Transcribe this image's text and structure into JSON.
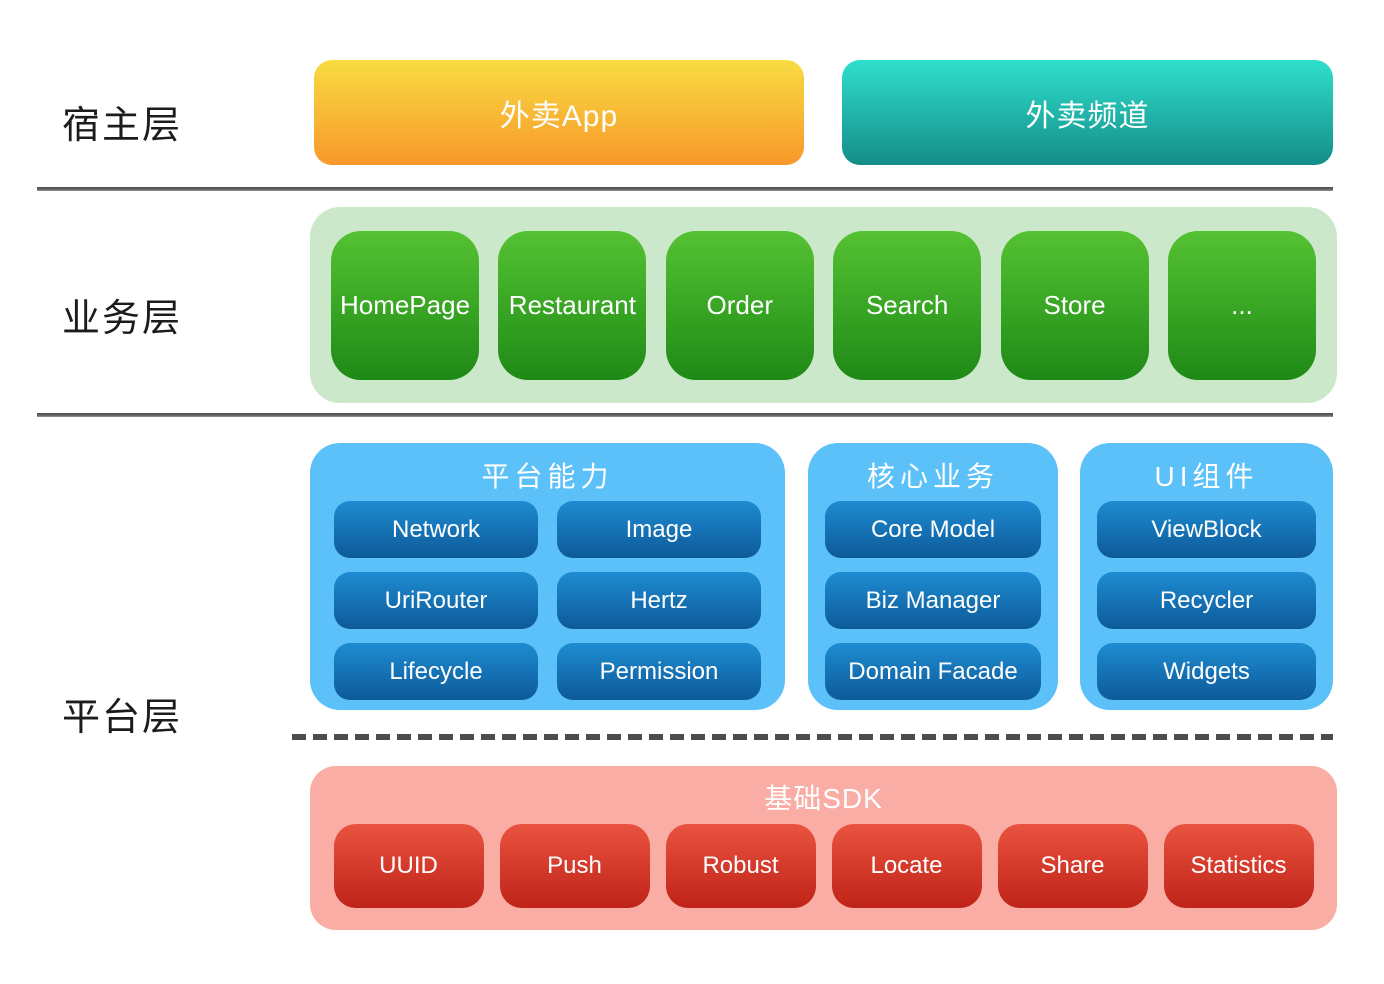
{
  "diagram": {
    "host": {
      "label": "宿主层",
      "apps": [
        {
          "label": "外卖App"
        },
        {
          "label": "外卖频道"
        }
      ]
    },
    "business": {
      "label": "业务层",
      "modules": [
        "HomePage",
        "Restaurant",
        "Order",
        "Search",
        "Store",
        "..."
      ]
    },
    "platform": {
      "label": "平台层",
      "groups": [
        {
          "title": "平台能力",
          "items": [
            "Network",
            "Image",
            "UriRouter",
            "Hertz",
            "Lifecycle",
            "Permission"
          ]
        },
        {
          "title": "核心业务",
          "items": [
            "Core Model",
            "Biz Manager",
            "Domain Facade"
          ]
        },
        {
          "title": "UI组件",
          "items": [
            "ViewBlock",
            "Recycler",
            "Widgets"
          ]
        }
      ],
      "sdk": {
        "title": "基础SDK",
        "items": [
          "UUID",
          "Push",
          "Robust",
          "Locate",
          "Share",
          "Statistics"
        ]
      }
    },
    "colors": {
      "host_app_gradient": [
        "#F8DC41",
        "#F8982B"
      ],
      "host_channel_gradient": [
        "#2FDFCD",
        "#148D88"
      ],
      "business_container": "#CBE8CA",
      "business_module_gradient": [
        "#55C233",
        "#1E8A16"
      ],
      "platform_container": "#5BC1F8",
      "platform_item_gradient": [
        "#1E8CD2",
        "#0D5A99"
      ],
      "sdk_container": "#F9ADA5",
      "sdk_item_gradient": [
        "#EA5340",
        "#BF2318"
      ],
      "separator": "#5A5A5A",
      "label_text": "#1C1C1C"
    }
  }
}
